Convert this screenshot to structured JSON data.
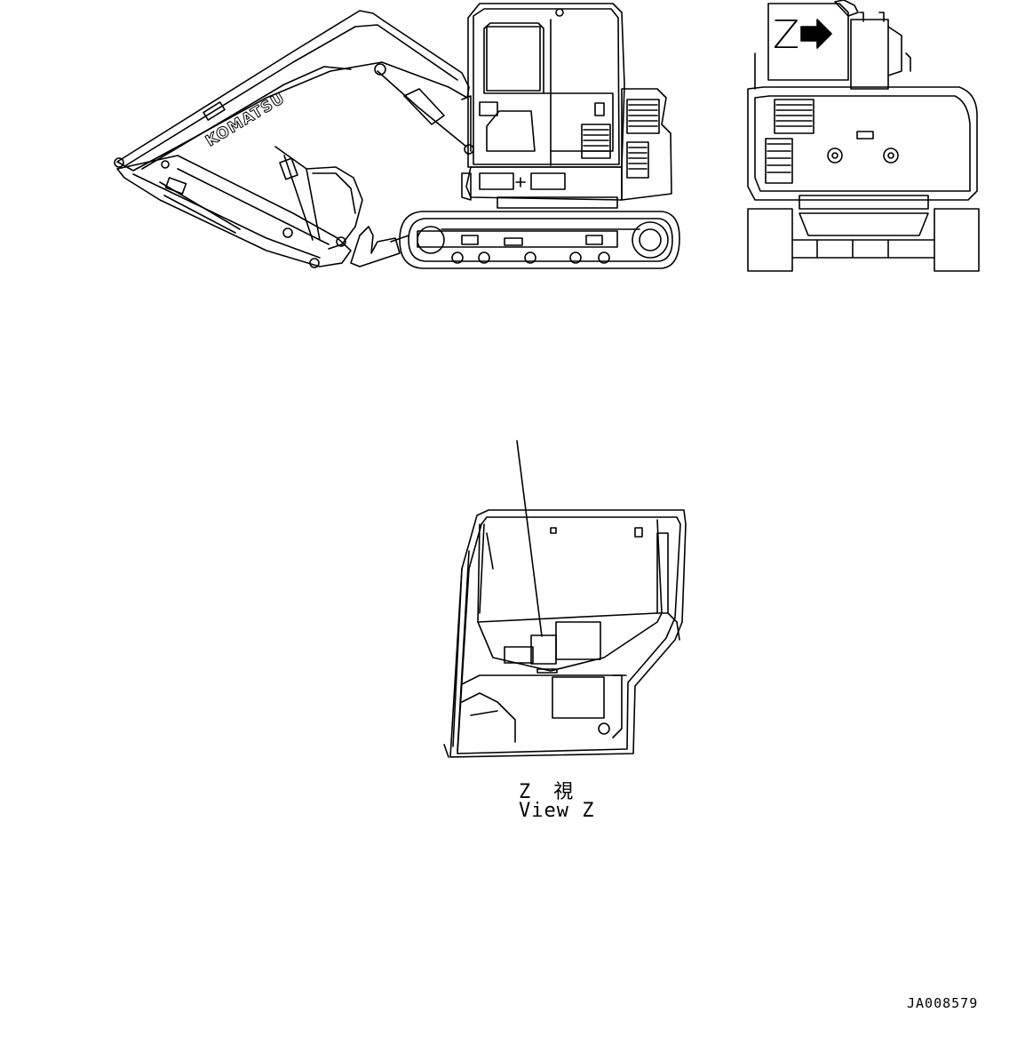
{
  "drawing": {
    "brand_text": "KOMATSU",
    "view_marker": "Z",
    "view_caption_jp": "Z　視",
    "view_caption_en": "View Z",
    "drawing_id": "JA008579"
  }
}
